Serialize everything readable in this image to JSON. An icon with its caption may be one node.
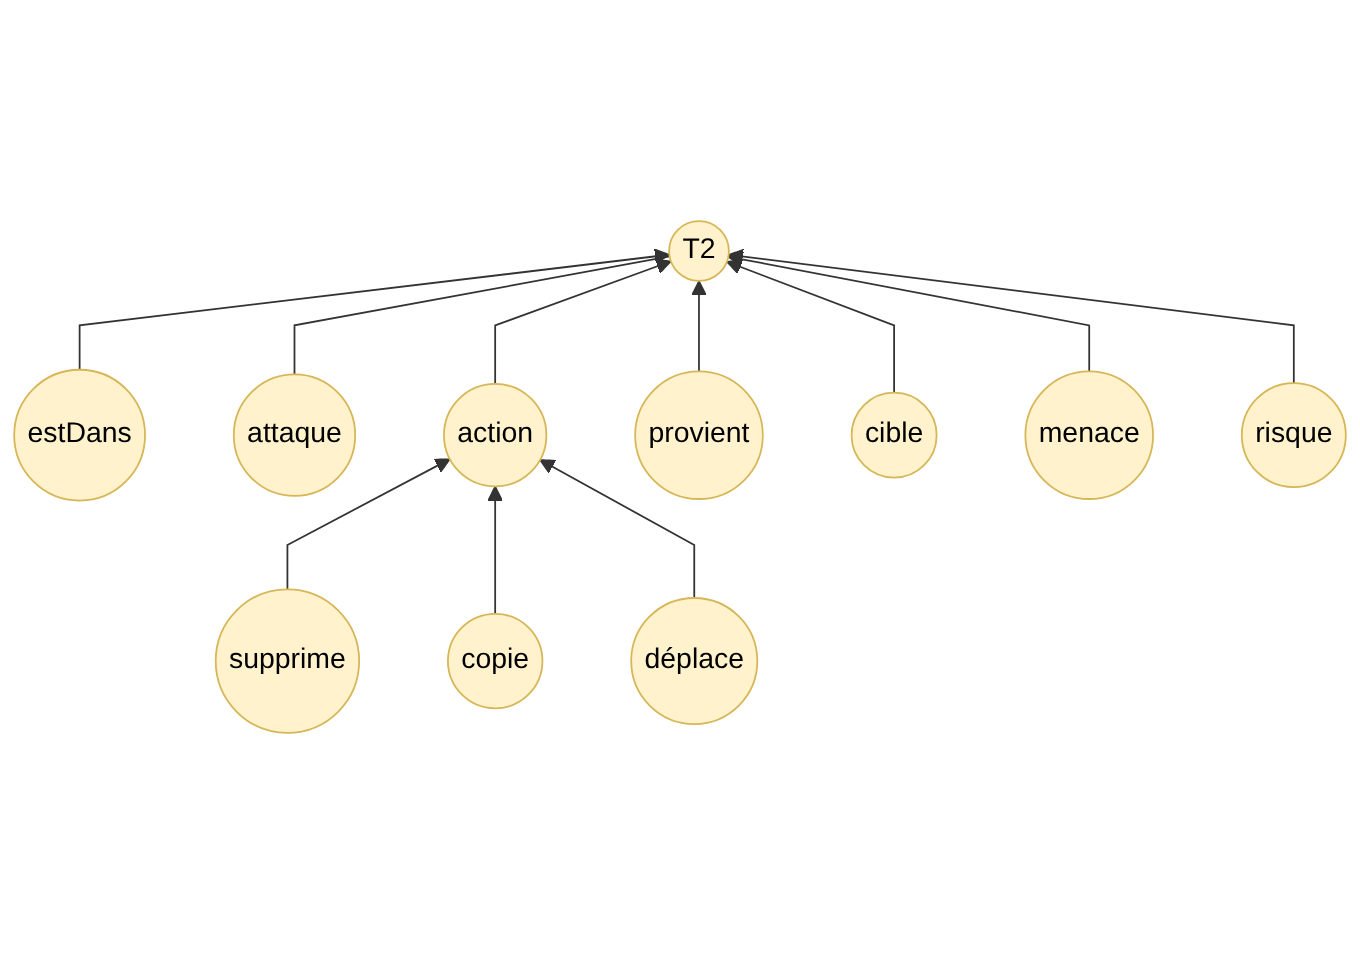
{
  "diagram": {
    "nodes": [
      {
        "text": [
          "estDans"
        ]
      },
      {
        "text": [
          "T2"
        ]
      },
      {
        "text": [
          "attaque"
        ]
      },
      {
        "text": [
          "provient"
        ]
      },
      {
        "text": [
          "cible"
        ]
      },
      {
        "text": [
          "menace"
        ]
      },
      {
        "text": [
          "risque"
        ]
      },
      {
        "text": [
          "action"
        ]
      },
      {
        "text": [
          "supprime"
        ]
      },
      {
        "text": [
          "copie"
        ]
      },
      {
        "text": [
          "déplace"
        ]
      }
    ],
    "edges": [
      {
        "from": 0,
        "to": 1,
        "arrow": "to"
      },
      {
        "from": 2,
        "to": 1,
        "arrow": "none"
      },
      {
        "from": 7,
        "to": 1,
        "arrow": "to"
      },
      {
        "from": 3,
        "to": 1,
        "arrow": "to"
      },
      {
        "from": 4,
        "to": 1,
        "arrow": "to"
      },
      {
        "from": 5,
        "to": 1,
        "arrow": "to"
      },
      {
        "from": 6,
        "to": 1,
        "arrow": "to"
      },
      {
        "from": 8,
        "to": 7,
        "arrow": "to"
      },
      {
        "from": 9,
        "to": 7,
        "arrow": "to"
      },
      {
        "from": 10,
        "to": 7,
        "arrow": "to"
      }
    ]
  }
}
